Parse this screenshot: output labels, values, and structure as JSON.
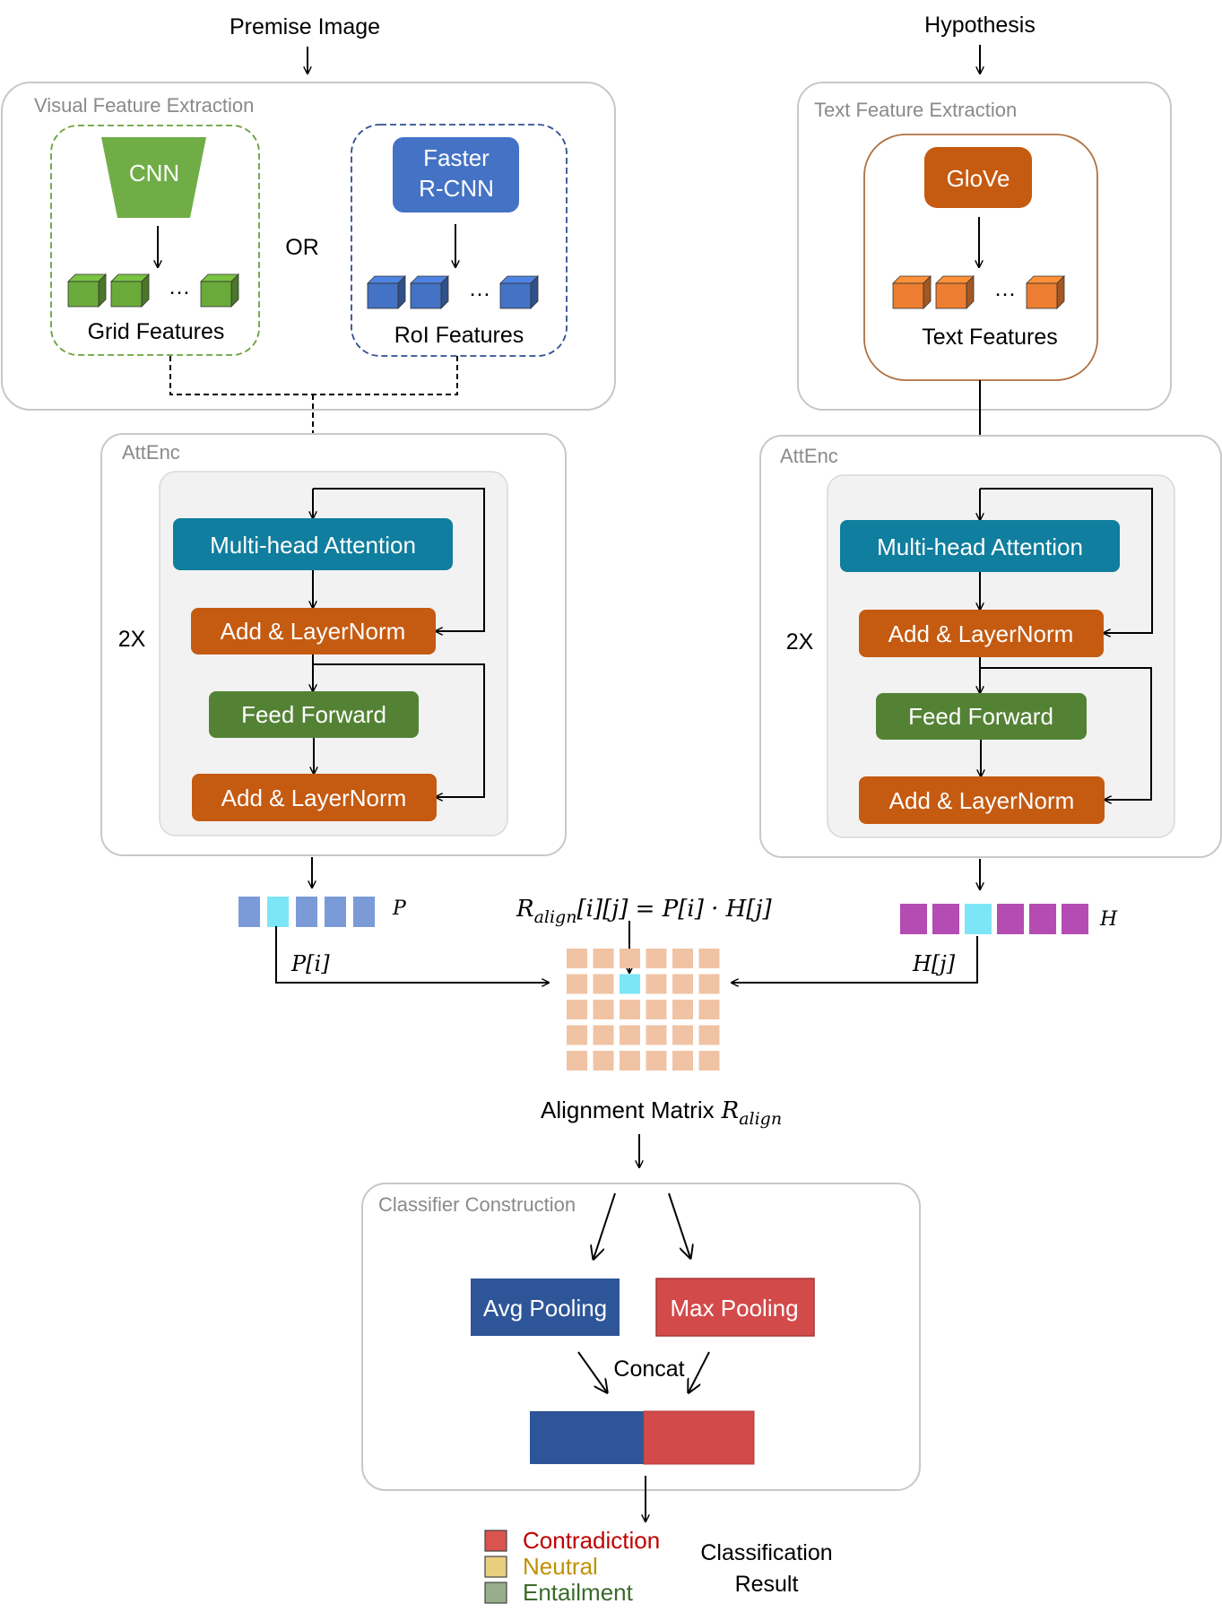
{
  "inputs": {
    "premise": "Premise Image",
    "hypothesis": "Hypothesis"
  },
  "visual": {
    "section_title": "Visual Feature Extraction",
    "cnn_label": "CNN",
    "grid_label": "Grid Features",
    "or_label": "OR",
    "faster_line1": "Faster",
    "faster_line2": "R-CNN",
    "roi_label": "RoI Features",
    "ellipsis": "…"
  },
  "text": {
    "section_title": "Text Feature Extraction",
    "glove_label": "GloVe",
    "features_label": "Text Features",
    "ellipsis": "…"
  },
  "attenc": {
    "title": "AttEnc",
    "repeat": "2X",
    "mha": "Multi-head Attention",
    "addnorm": "Add & LayerNorm",
    "ff": "Feed Forward"
  },
  "vectors": {
    "p_symbol": "P",
    "h_symbol": "H",
    "p_index": "P[i]",
    "h_index": "H[j]",
    "equation": "R_align[i][j] = P[i] · H[j]",
    "equation_lhs_base": "R",
    "equation_lhs_sub": "align",
    "equation_rhs": "[i][j] = P[i] · H[j]"
  },
  "matrix": {
    "label": "Alignment Matrix",
    "symbol_base": "R",
    "symbol_sub": "align",
    "rows": 5,
    "cols": 6,
    "highlight": [
      1,
      2
    ]
  },
  "classifier": {
    "section_title": "Classifier Construction",
    "avg": "Avg Pooling",
    "max": "Max Pooling",
    "concat": "Concat"
  },
  "result": {
    "label_line1": "Classification",
    "label_line2": "Result",
    "classes": [
      {
        "name": "Contradiction",
        "color": "#c00000"
      },
      {
        "name": "Neutral",
        "color": "#c09000"
      },
      {
        "name": "Entailment",
        "color": "#3a6a2a"
      }
    ]
  },
  "colors": {
    "green": "#6aaa3a",
    "blue": "#4472c4",
    "orange": "#c55a11",
    "teal": "#107e9e",
    "ff_green": "#548235",
    "light_orange": "#ed7d31",
    "avg_blue": "#2e5597",
    "max_red": "#d34a4a",
    "p_blue": "#7b9ad8",
    "cyan": "#7ce6f6",
    "magenta": "#b44cb4",
    "matrix_peach": "#f0c3a4"
  }
}
